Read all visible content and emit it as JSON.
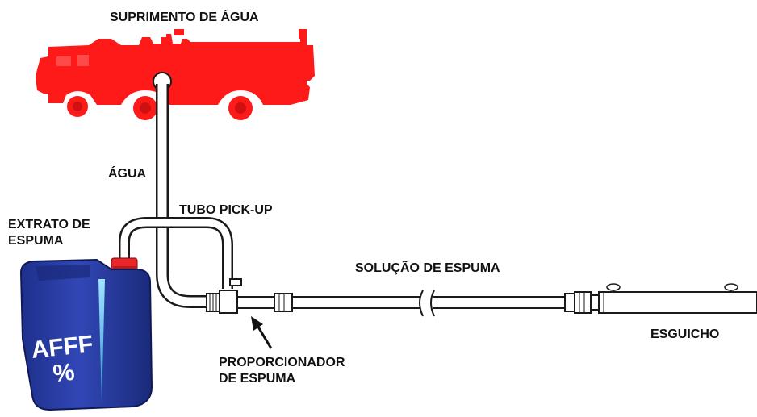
{
  "labels": {
    "water_supply": "SUPRIMENTO DE ÁGUA",
    "water": "ÁGUA",
    "pickup_tube": "TUBO PICK-UP",
    "foam_concentrate_line1": "EXTRATO DE",
    "foam_concentrate_line2": "ESPUMA",
    "foam_solution": "SOLUÇÃO DE ESPUMA",
    "proportioner_line1": "PROPORCIONADOR",
    "proportioner_line2": "DE ESPUMA",
    "nozzle": "ESGUICHO"
  },
  "container": {
    "text_line1": "AFFF",
    "text_line2": "%"
  },
  "colors": {
    "truck": "#ff1a1a",
    "container": "#2b3fa8",
    "container_cap": "#e8262a",
    "pipe_stroke": "#1a1a1a",
    "pipe_fill": "#ffffff"
  },
  "icons": {
    "truck": "fire-truck-icon",
    "container": "foam-jug-icon",
    "arrow": "pointer-arrow-icon"
  }
}
